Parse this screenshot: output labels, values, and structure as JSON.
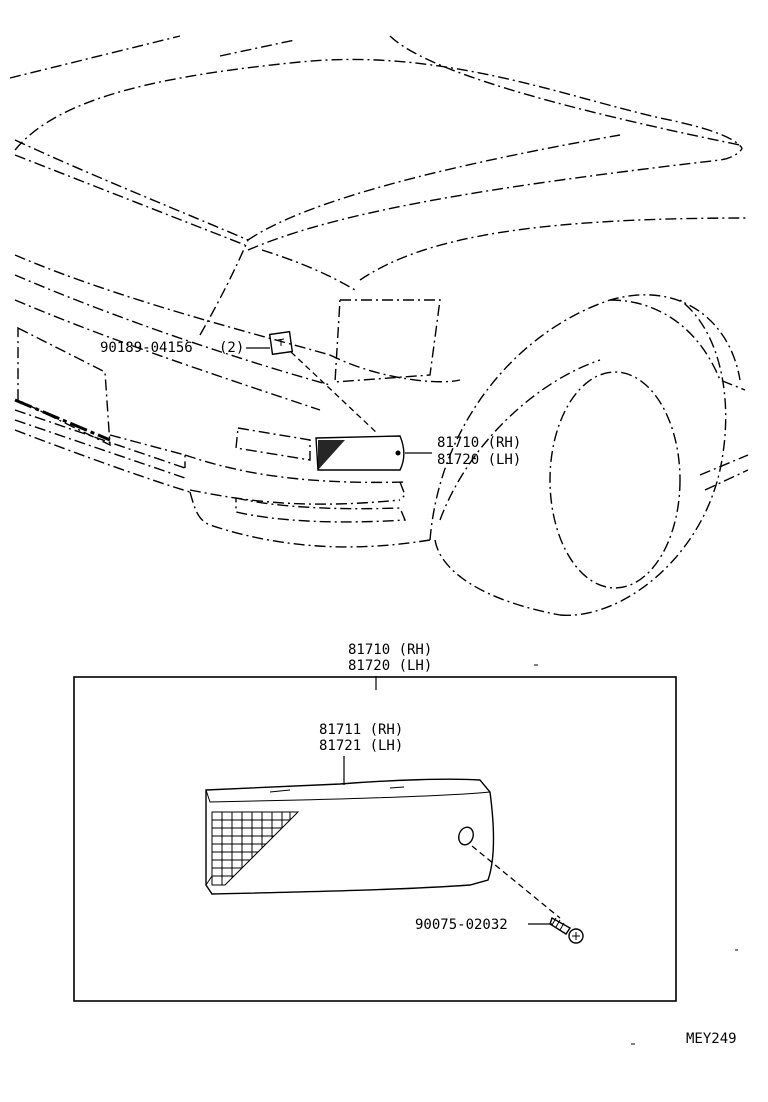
{
  "callouts": {
    "clip": {
      "part": "90189-04156",
      "qty": "(2)"
    },
    "lamp_assy_top": {
      "rh": "81710 (RH)",
      "lh": "81720 (LH)"
    },
    "lamp_assy_box": {
      "rh": "81710 (RH)",
      "lh": "81720 (LH)"
    },
    "lens": {
      "rh": "81711 (RH)",
      "lh": "81721 (LH)"
    },
    "screw": {
      "part": "90075-02032"
    }
  },
  "figure_code": "MEY249"
}
